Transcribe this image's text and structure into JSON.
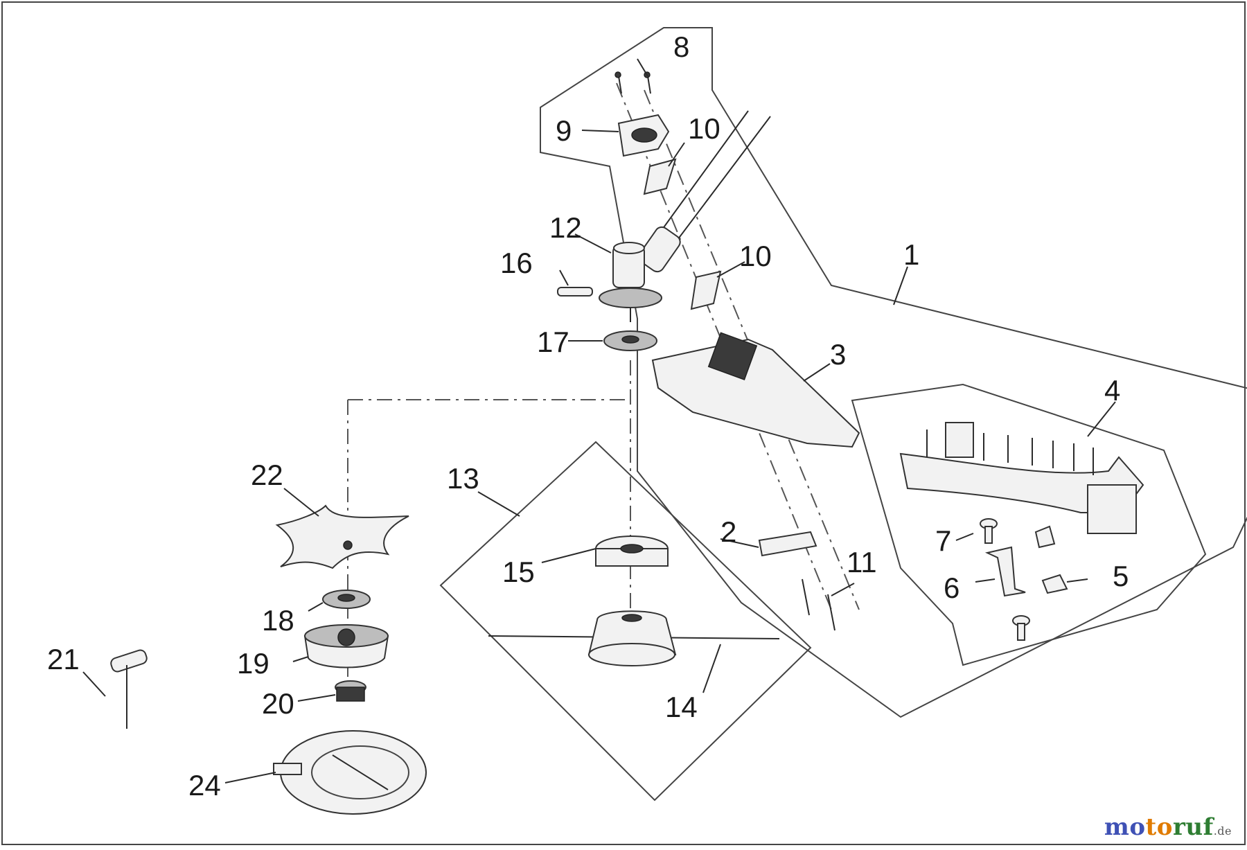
{
  "diagram": {
    "callouts": {
      "c1": "1",
      "c2": "2",
      "c3": "3",
      "c4": "4",
      "c5": "5",
      "c6": "6",
      "c7": "7",
      "c8": "8",
      "c9": "9",
      "c10a": "10",
      "c10b": "10",
      "c11": "11",
      "c12": "12",
      "c13": "13",
      "c14": "14",
      "c15": "15",
      "c16": "16",
      "c17": "17",
      "c18": "18",
      "c19": "19",
      "c20": "20",
      "c21": "21",
      "c22": "22",
      "c24": "24"
    },
    "part_colors": {
      "line": "#2a2a2a",
      "fill": "#f2f2f2",
      "dark": "#3a3a3a"
    }
  },
  "watermark": {
    "part1": "mo",
    "part2": "to",
    "part3": "ruf",
    "tld": ".de"
  }
}
